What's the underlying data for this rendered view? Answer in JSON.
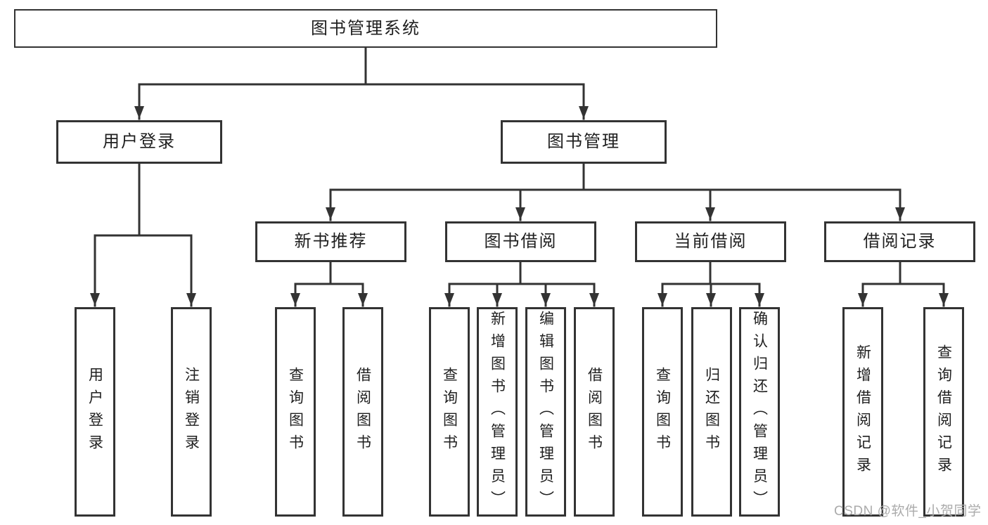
{
  "diagram": {
    "root": {
      "label": "图书管理系统"
    },
    "branches": [
      {
        "label": "用户登录",
        "children": [
          {
            "label": "用户登录"
          },
          {
            "label": "注销登录"
          }
        ]
      },
      {
        "label": "图书管理",
        "children": [
          {
            "label": "新书推荐",
            "children": [
              {
                "label": "查询图书"
              },
              {
                "label": "借阅图书"
              }
            ]
          },
          {
            "label": "图书借阅",
            "children": [
              {
                "label": "查询图书"
              },
              {
                "label": "新增图书（管理员）"
              },
              {
                "label": "编辑图书（管理员）"
              },
              {
                "label": "借阅图书"
              }
            ]
          },
          {
            "label": "当前借阅",
            "children": [
              {
                "label": "查询图书"
              },
              {
                "label": "归还图书"
              },
              {
                "label": "确认归还（管理员）"
              }
            ]
          },
          {
            "label": "借阅记录",
            "children": [
              {
                "label": "新增借阅记录"
              },
              {
                "label": "查询借阅记录"
              }
            ]
          }
        ]
      }
    ]
  },
  "watermark": {
    "text": "CSDN @软件_小贺同学"
  },
  "colors": {
    "line": "#333333",
    "text": "#1f1f1f",
    "box_background": "#ffffff",
    "page_background": "#ffffff",
    "watermark": "#ababab"
  }
}
